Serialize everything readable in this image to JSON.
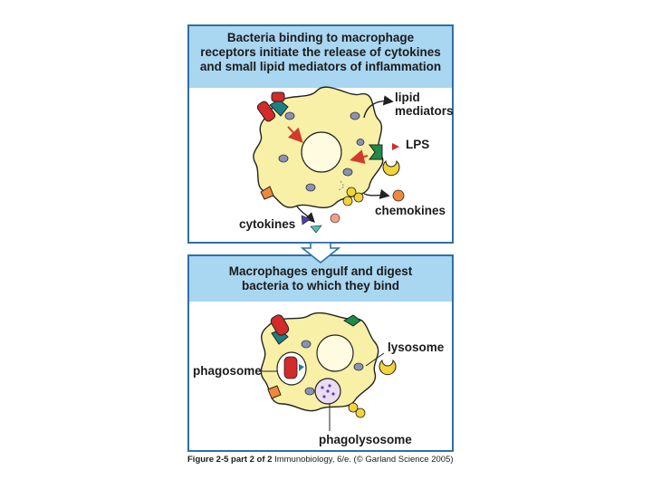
{
  "top_panel": {
    "header_lines": [
      "Bacteria binding to macrophage",
      "receptors initiate the release of cytokines",
      "and small lipid mediators of inflammation"
    ],
    "labels": {
      "lipid_mediators": [
        "lipid",
        "mediators"
      ],
      "lps": "LPS",
      "chemokines": "chemokines",
      "cytokines": "cytokines"
    }
  },
  "bottom_panel": {
    "header_lines": [
      "Macrophages engulf and digest",
      "bacteria to which they bind"
    ],
    "labels": {
      "lysosome": "lysosome",
      "phagosome": "phagosome",
      "phagolysosome": "phagolysosome"
    }
  },
  "caption": {
    "figure": "Figure 2-5 part 2 of 2",
    "source": "Immunobiology, 6/e. (© Garland Science 2005)"
  },
  "colors": {
    "panel_border": "#2f6fa6",
    "header_bg": "#a9d6f0",
    "cell_fill": "#f7f0a6",
    "bacteria_red": "#d42a2a",
    "receptor_teal": "#1d7f86",
    "receptor_green": "#1e8a4c",
    "arrow_red": "#d23a2a",
    "granule_gray": "#8a92b4",
    "chemokine_orange": "#f0883a",
    "lysosome_yellow": "#f3d53a"
  }
}
